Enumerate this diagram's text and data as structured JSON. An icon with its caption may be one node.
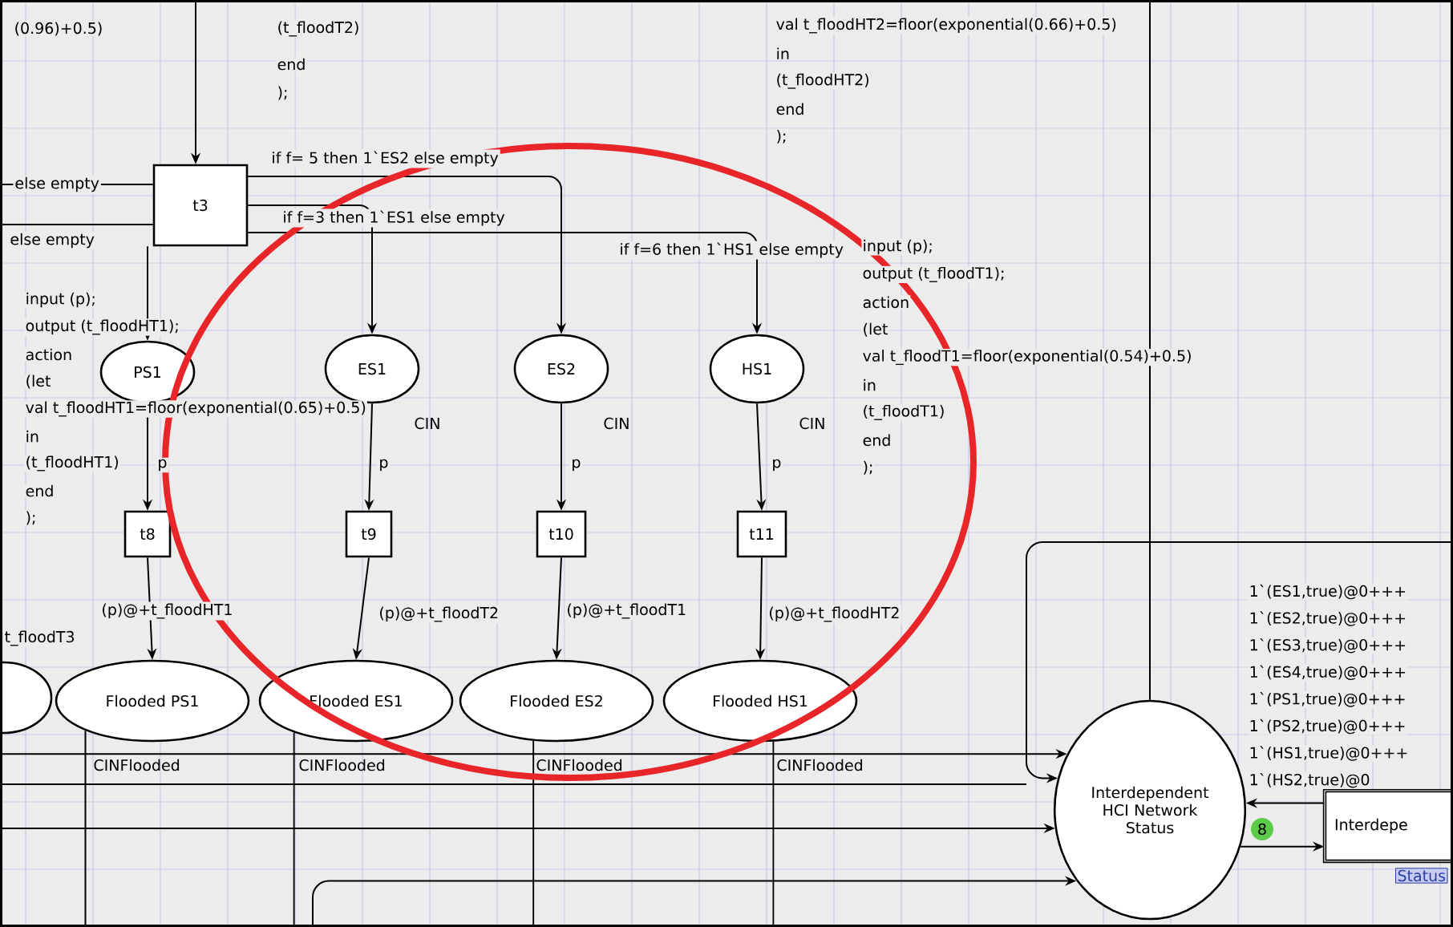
{
  "diagram": {
    "nodes": [
      {
        "text": [
          "t3"
        ]
      },
      {
        "text": [
          "PS1"
        ]
      },
      {
        "text": [
          "ES1"
        ],
        "beside": [
          "CIN"
        ]
      },
      {
        "text": [
          "ES2"
        ],
        "beside": [
          "CIN"
        ]
      },
      {
        "text": [
          "HS1"
        ],
        "beside": [
          "CIN"
        ]
      },
      {
        "text": [
          "t8"
        ]
      },
      {
        "text": [
          "t9"
        ]
      },
      {
        "text": [
          "t10"
        ]
      },
      {
        "text": [
          "t11"
        ]
      },
      {
        "text": [
          "Flooded PS1"
        ],
        "beside": [
          "CINFlooded"
        ]
      },
      {
        "text": [
          "Flooded ES1"
        ],
        "beside": [
          "CINFlooded"
        ]
      },
      {
        "text": [
          "Flooded ES2"
        ],
        "beside": [
          "CINFlooded"
        ]
      },
      {
        "text": [
          "Flooded HS1"
        ],
        "beside": [
          "CINFlooded"
        ]
      },
      {
        "text": [
          "Interdependent HCI Network Status"
        ],
        "beside": [
          "8"
        ]
      },
      {
        "text": [
          "Interdepe"
        ],
        "beside": [
          "Status"
        ]
      },
      {
        "text": [],
        "shape": "ellipse"
      }
    ],
    "edges": [
      {
        "from": null,
        "to": 0,
        "arrow": "to"
      },
      {
        "from": 0,
        "to": 1,
        "arrow": "to"
      },
      {
        "from": 0,
        "to": 2,
        "arrow": "to",
        "label": "if f=3 then 1`ES1 else empty"
      },
      {
        "from": 0,
        "to": 3,
        "arrow": "to",
        "label": "if f= 5 then 1`ES2 else empty"
      },
      {
        "from": 0,
        "to": 4,
        "arrow": "to",
        "label": "if f=6 then 1`HS1 else empty"
      },
      {
        "from": 0,
        "to": null,
        "arrow": "none",
        "label": "else empty"
      },
      {
        "from": 0,
        "to": null,
        "arrow": "none",
        "label": "else empty"
      },
      {
        "from": 1,
        "to": 5,
        "arrow": "to",
        "label": "p"
      },
      {
        "from": 2,
        "to": 6,
        "arrow": "to",
        "label": "p"
      },
      {
        "from": 3,
        "to": 7,
        "arrow": "to",
        "label": "p"
      },
      {
        "from": 4,
        "to": 8,
        "arrow": "to",
        "label": "p"
      },
      {
        "from": 5,
        "to": 9,
        "arrow": "to",
        "label": "(p)@+t_floodHT1"
      },
      {
        "from": 6,
        "to": 10,
        "arrow": "to",
        "label": "(p)@+t_floodT2"
      },
      {
        "from": 7,
        "to": 11,
        "arrow": "to",
        "label": "(p)@+t_floodT1"
      },
      {
        "from": 8,
        "to": 12,
        "arrow": "to",
        "label": "(p)@+t_floodHT2"
      },
      {
        "from": 9,
        "to": null,
        "arrow": "none"
      },
      {
        "from": 10,
        "to": null,
        "arrow": "none"
      },
      {
        "from": 11,
        "to": null,
        "arrow": "none"
      },
      {
        "from": 12,
        "to": null,
        "arrow": "none"
      },
      {
        "from": null,
        "to": 13,
        "arrow": "to"
      },
      {
        "from": null,
        "to": 13,
        "arrow": "to"
      },
      {
        "from": null,
        "to": 13,
        "arrow": "to"
      },
      {
        "from": null,
        "to": 13,
        "arrow": "to"
      },
      {
        "from": null,
        "to": 13,
        "arrow": "none"
      },
      {
        "from": 13,
        "to": 14,
        "arrow": "to"
      },
      {
        "from": 14,
        "to": 13,
        "arrow": "to"
      }
    ],
    "labels": [
      "(0.96)+0.5)",
      "(t_floodT2)",
      "end",
      ");",
      "val t_floodHT2=floor(exponential(0.66)+0.5)",
      "in",
      "(t_floodHT2)",
      "end",
      ");",
      "input (p);",
      "output (t_floodHT1);",
      "action",
      "(let",
      "val t_floodHT1=floor(exponential(0.65)+0.5)",
      "in",
      "(t_floodHT1)",
      "end",
      ");",
      "input (p);",
      "output (t_floodT1);",
      "action",
      "(let",
      "val t_floodT1=floor(exponential(0.54)+0.5)",
      "in",
      "(t_floodT1)",
      "end",
      ");",
      "t_floodT3",
      "1`(ES1,true)@0+++",
      "1`(ES2,true)@0+++",
      "1`(ES3,true)@0+++",
      "1`(ES4,true)@0+++",
      "1`(PS1,true)@0+++",
      "1`(PS2,true)@0+++",
      "1`(HS1,true)@0+++",
      "1`(HS2,true)@0"
    ]
  }
}
